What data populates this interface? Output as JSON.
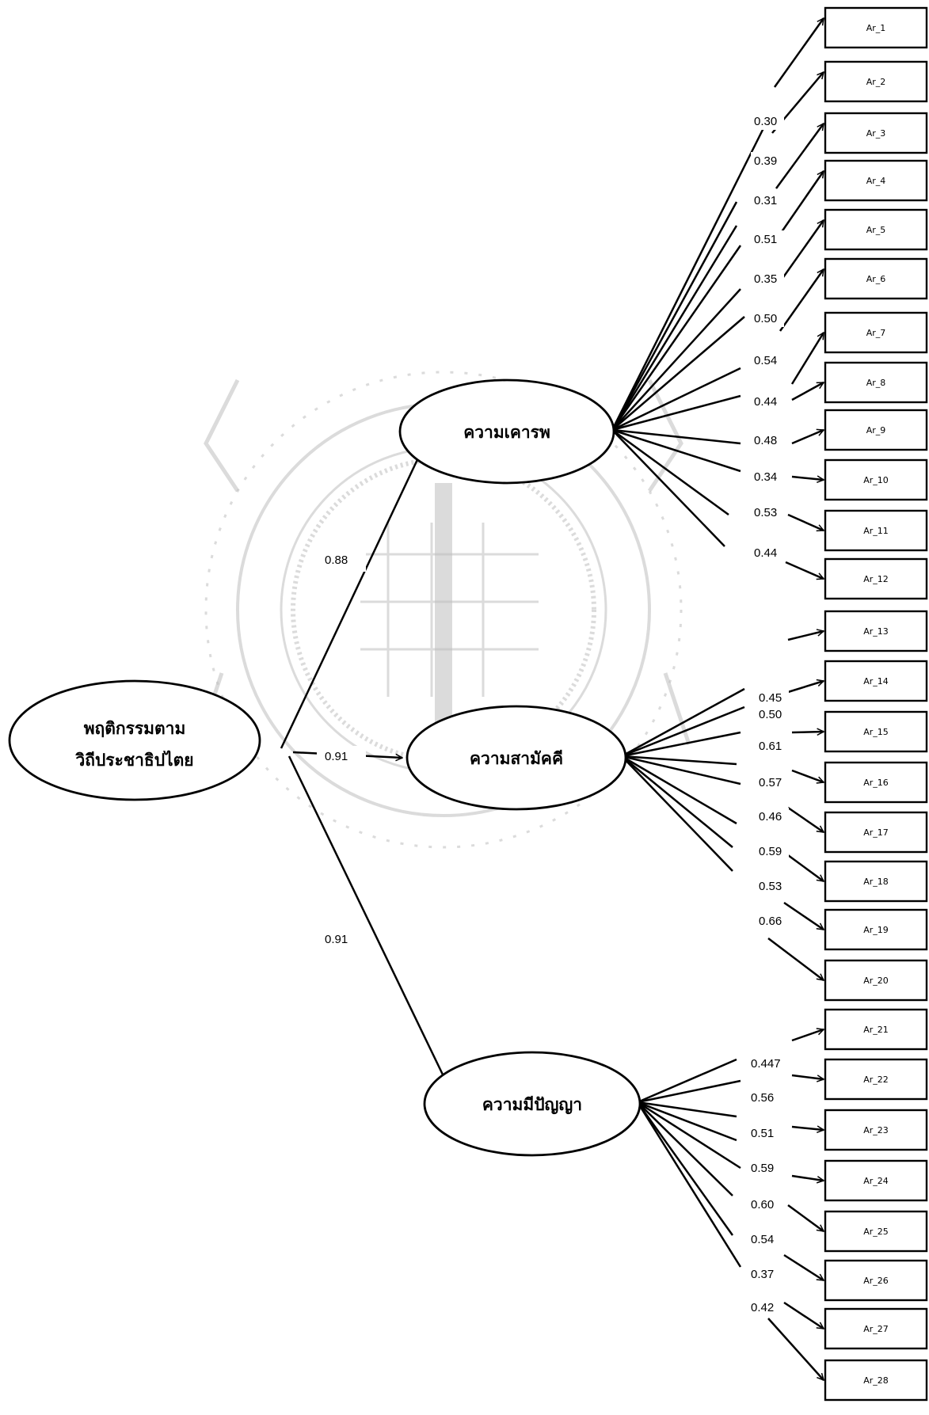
{
  "diagram": {
    "root": {
      "line1": "พฤติกรรมตาม",
      "line2": "วิถีประชาธิปไตย"
    },
    "latents": [
      {
        "id": "respect",
        "label": "ความเคารพ",
        "path": "0.88"
      },
      {
        "id": "unity",
        "label": "ความสามัคคี",
        "path": "0.91"
      },
      {
        "id": "wisdom",
        "label": "ความมีปัญญา",
        "path": "0.91"
      }
    ],
    "indicators": [
      "Ar_1",
      "Ar_2",
      "Ar_3",
      "Ar_4",
      "Ar_5",
      "Ar_6",
      "Ar_7",
      "Ar_8",
      "Ar_9",
      "Ar_10",
      "Ar_11",
      "Ar_12",
      "Ar_13",
      "Ar_14",
      "Ar_15",
      "Ar_16",
      "Ar_17",
      "Ar_18",
      "Ar_19",
      "Ar_20",
      "Ar_21",
      "Ar_22",
      "Ar_23",
      "Ar_24",
      "Ar_25",
      "Ar_26",
      "Ar_27",
      "Ar_28"
    ],
    "loadings": {
      "respect": [
        "0.30",
        "0.39",
        "0.31",
        "0.51",
        "0.35",
        "0.50",
        "0.54",
        "0.44",
        "0.48",
        "0.34",
        "0.53",
        "0.44"
      ],
      "unity": [
        "0.45",
        "0.50",
        "0.61",
        "0.57",
        "0.46",
        "0.59",
        "0.53",
        "0.66"
      ],
      "wisdom": [
        "0.447",
        "0.56",
        "0.51",
        "0.59",
        "0.60",
        "0.54",
        "0.37",
        "0.42"
      ]
    }
  }
}
